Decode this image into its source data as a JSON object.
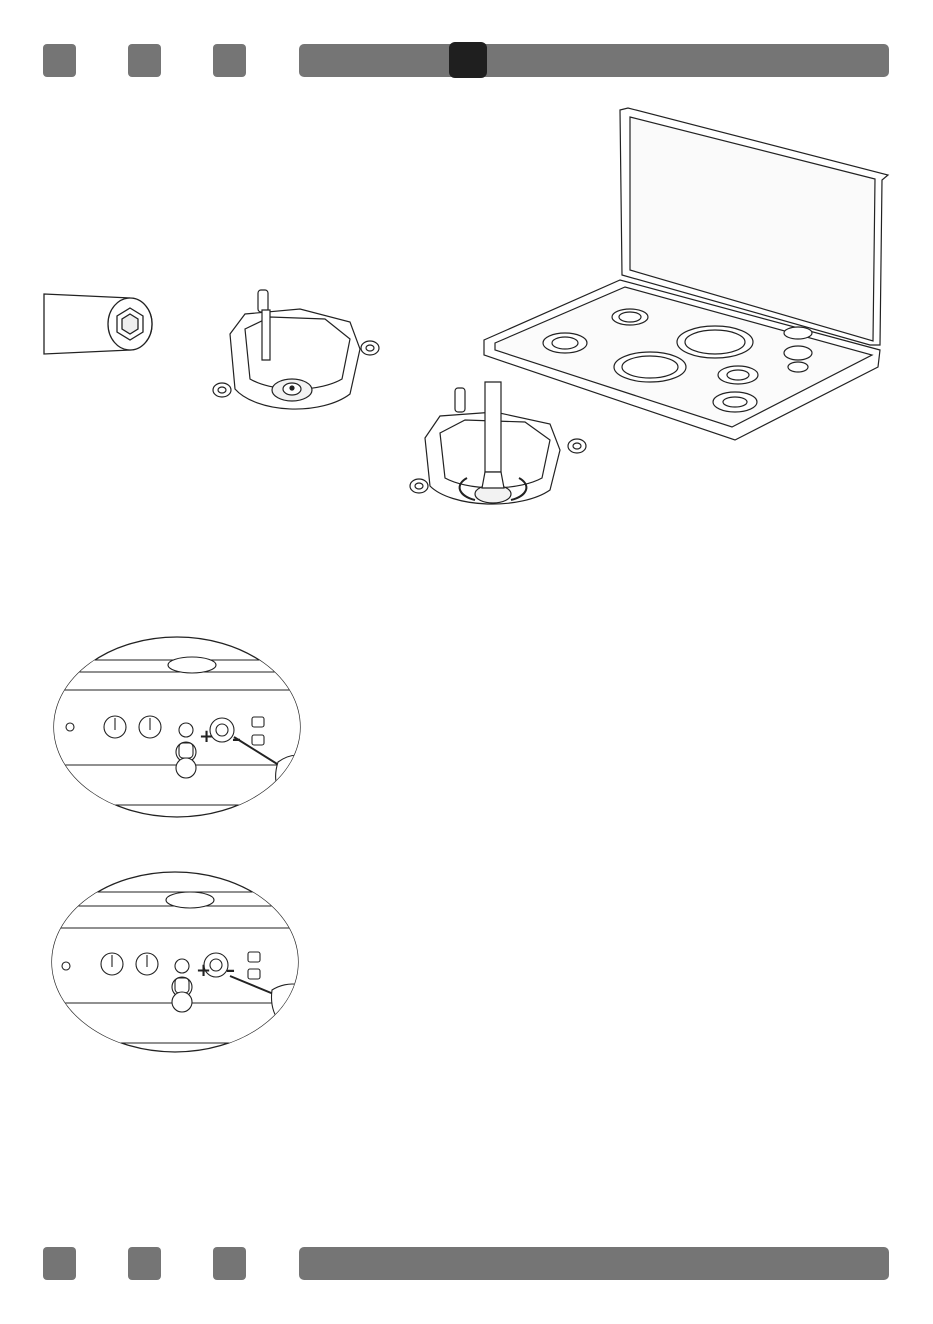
{
  "header": {
    "page_marker_squares": 3,
    "active_tab_index": 1
  },
  "footer": {
    "page_marker_squares": 3
  },
  "illustrations": {
    "socket_wrench": "hex-socket-icon",
    "burner_cup": "burner-cup-icon",
    "burner_cup_with_tool": "burner-cup-rotate-icon",
    "hob_top": "cooktop-icon",
    "control_panel_1": "control-panel-screwdriver-icon",
    "control_panel_2": "control-panel-screwdriver-icon"
  },
  "symbols": {
    "plus": "+",
    "minus": "–"
  },
  "colors": {
    "bar": "#757575",
    "active_tab": "#1f1f1f",
    "line": "#222222"
  }
}
